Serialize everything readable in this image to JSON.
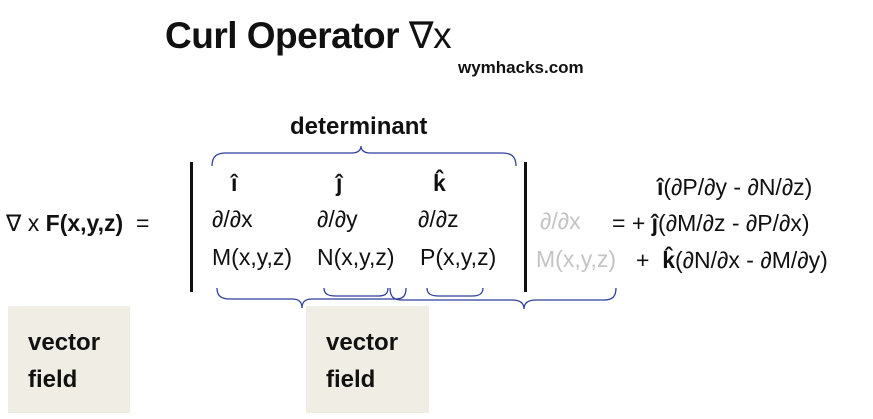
{
  "title": {
    "text": "Curl Operator",
    "operator": "∇x"
  },
  "website": "wymhacks.com",
  "determinant_label": "determinant",
  "lhs": {
    "prefix": "∇ x ",
    "field": "F(x,y,z)",
    "equals": "="
  },
  "matrix": {
    "row1": [
      "î",
      "ĵ",
      "k̂"
    ],
    "row2": [
      "∂/∂x",
      "∂/∂y",
      "∂/∂z"
    ],
    "row3": [
      "M(x,y,z)",
      "N(x,y,z)",
      "P(x,y,z)"
    ]
  },
  "repeated_column": [
    "∂/∂x",
    "M(x,y,z)"
  ],
  "result": {
    "term1": {
      "sign": "",
      "unit": "î",
      "expr": "(∂P/∂y  -  ∂N/∂z)"
    },
    "term2": {
      "sign": "= +",
      "unit": "ĵ",
      "expr": "(∂M/∂z  -  ∂P/∂x)"
    },
    "term3": {
      "sign": "+",
      "unit": "k̂",
      "expr": "(∂N/∂x - ∂M/∂y)"
    }
  },
  "boxes": [
    {
      "line1": "vector",
      "line2": "field"
    },
    {
      "line1": "vector",
      "line2": "field"
    }
  ],
  "colors": {
    "brace": "#2f3f9a",
    "box": "#efede4",
    "faded": "#c4c4c4"
  }
}
